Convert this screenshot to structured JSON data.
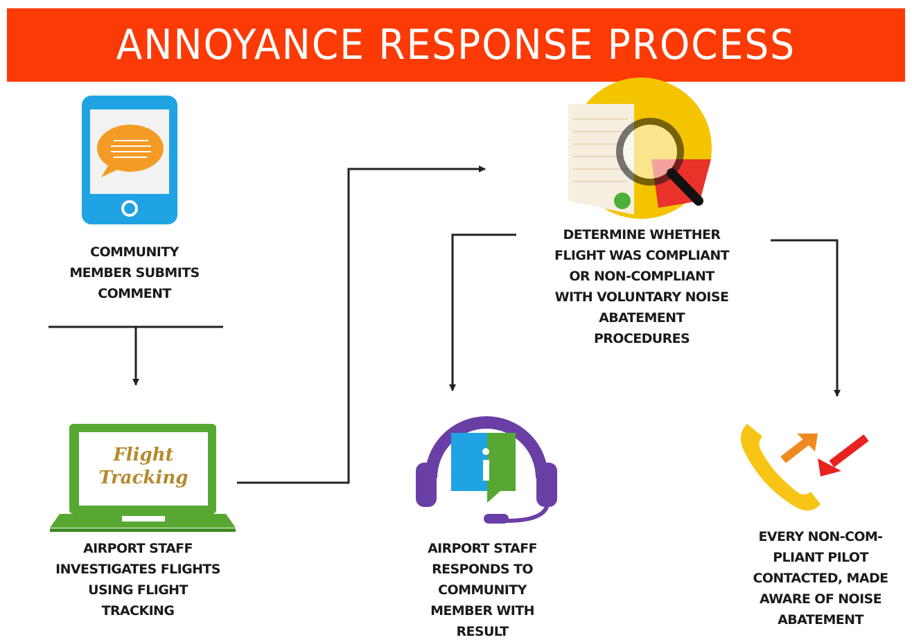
{
  "title": "ANNOYANCE RESPONSE PROCESS",
  "colors": {
    "banner": "#fc3a05",
    "phone": "#1fa3e3",
    "laptop": "#56a832",
    "headset": "#6a3fa5",
    "magnifier_circle": "#f5c400",
    "phone_icon": "#f8c416",
    "arrow_out": "#f08a1e",
    "arrow_in": "#e8231f",
    "connector": "#222222"
  },
  "steps": {
    "submit": {
      "icon": "smartphone-chat-icon",
      "caption": "COMMUNITY\nMEMBER SUBMITS\nCOMMENT"
    },
    "investigate": {
      "icon": "laptop-flight-tracking-icon",
      "screen_text_line1": "Flight",
      "screen_text_line2": "Tracking",
      "caption": "AIRPORT STAFF\nINVESTIGATES FLIGHTS\nUSING FLIGHT\nTRACKING"
    },
    "determine": {
      "icon": "magnifying-glass-icon",
      "caption": "DETERMINE WHETHER\nFLIGHT WAS COMPLIANT\nOR NON-COMPLIANT\nWITH VOLUNTARY NOISE\nABATEMENT\nPROCEDURES"
    },
    "respond": {
      "icon": "headset-info-icon",
      "caption": "AIRPORT STAFF\nRESPONDS TO\nCOMMUNITY\nMEMBER WITH\nRESULT"
    },
    "contact_pilot": {
      "icon": "phone-call-icon",
      "caption": "EVERY NON-COM-\nPLIANT PILOT\nCONTACTED, MADE\nAWARE OF NOISE\nABATEMENT"
    }
  }
}
